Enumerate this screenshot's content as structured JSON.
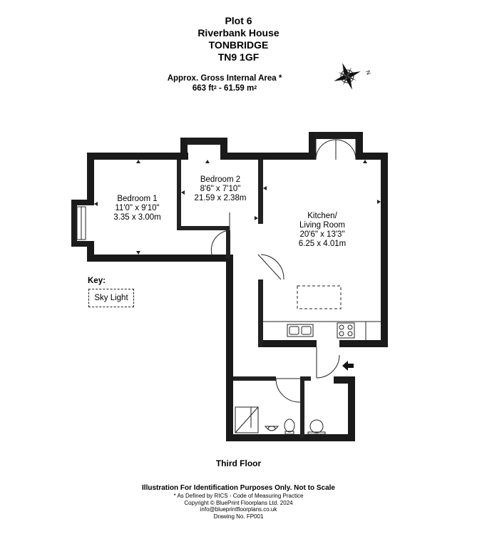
{
  "header": {
    "plot": "Plot 6",
    "building": "Riverbank House",
    "town": "TONBRIDGE",
    "postcode": "TN9 1GF"
  },
  "area": {
    "label": "Approx. Gross Internal Area *",
    "sqft": "663 ft",
    "sqm": "61.59 m",
    "separator": "-",
    "sup": "2"
  },
  "compass": {
    "north_label": "N"
  },
  "rooms": {
    "bedroom1": {
      "name": "Bedroom 1",
      "imperial": "11'0\" x 9'10\"",
      "metric": "3.35 x 3.00m"
    },
    "bedroom2": {
      "name": "Bedroom 2",
      "imperial": "8'6\" x 7'10\"",
      "metric": "21.59 x 2.38m"
    },
    "kitchen": {
      "name": "Kitchen/",
      "name2": "Living Room",
      "imperial": "20'6\" x 13'3\"",
      "metric": "6.25 x 4.01m"
    }
  },
  "key": {
    "title": "Key:",
    "skylight": "Sky Light"
  },
  "floor": "Third Floor",
  "footer": {
    "disclaimer": "Illustration For Identification Purposes Only. Not to Scale",
    "rics": "* As Defined by RICS - Code of Measuring Practice",
    "copyright": "Copyright © BluePrint Floorplans Ltd. 2024",
    "email": "info@blueprintfloorplans.co.uk",
    "drawing": "Drawing No. FP001"
  },
  "colors": {
    "wall": "#1a1a1a",
    "line": "#222222",
    "background": "#ffffff"
  }
}
